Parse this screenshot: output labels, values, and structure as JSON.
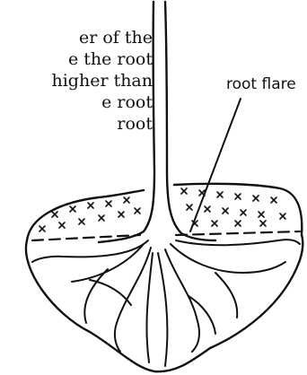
{
  "caption_lines": [
    "er of the",
    "e the root",
    "higher than",
    "e root",
    "root"
  ],
  "annotation": {
    "label": "root flare"
  },
  "colors": {
    "ink": "#111111",
    "background": "#ffffff"
  }
}
